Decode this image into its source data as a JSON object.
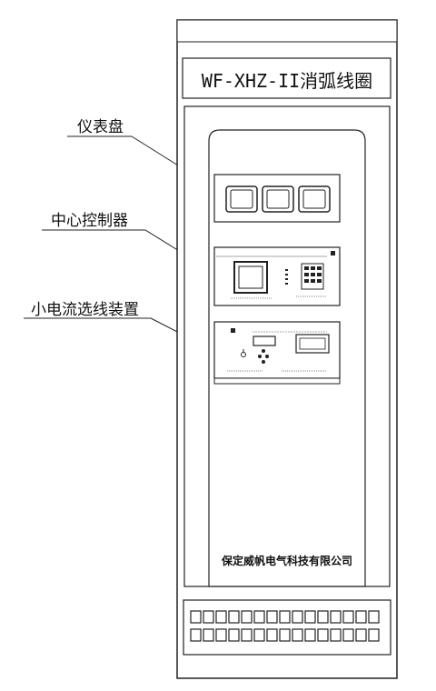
{
  "title": "WF-XHZ-II消弧线圈",
  "labels": {
    "instrument_panel": "仪表盘",
    "central_controller": "中心控制器",
    "line_selection_device": "小电流选线装置"
  },
  "company": "保定威帆电气科技有限公司",
  "colors": {
    "line": "#222222",
    "fill": "#ffffff",
    "panel": "#f2f2f2"
  }
}
